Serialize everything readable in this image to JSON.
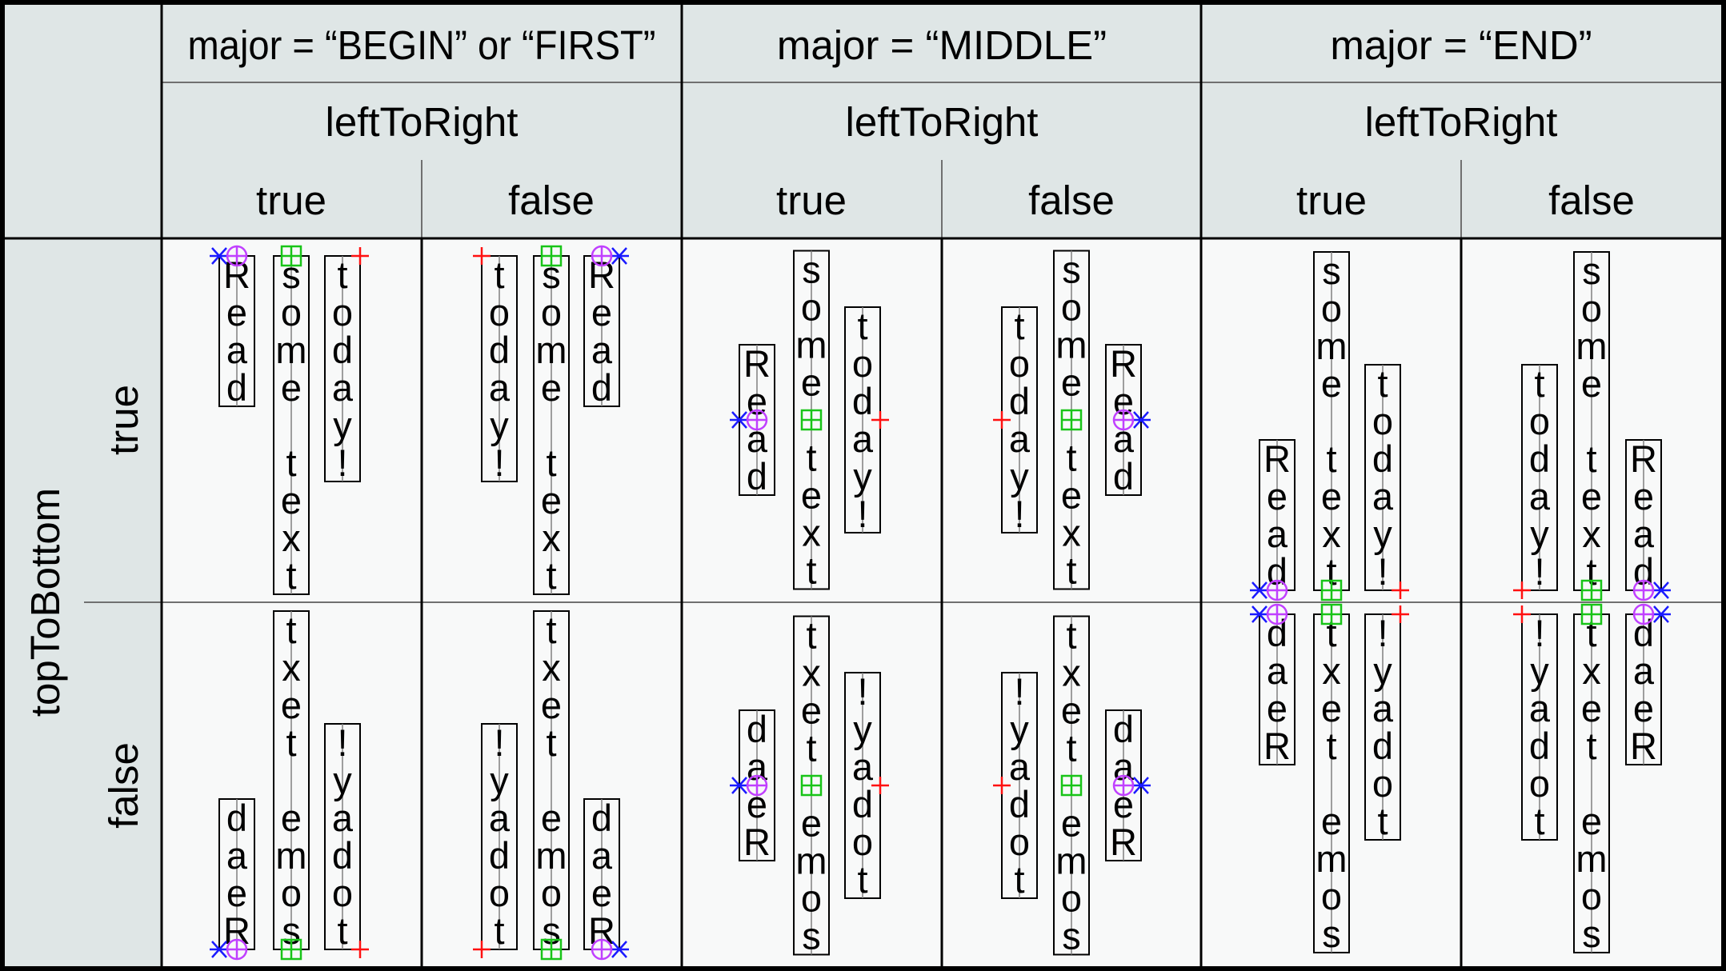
{
  "colors": {
    "header_bg": "#dfe6e6",
    "body_bg": "#f8f9f9",
    "grid": "#707070",
    "frame": "#000000",
    "box_stroke": "#000000",
    "baseline": "#808080",
    "left_marker": "#1a1aff",
    "center_marker": "#18c418",
    "right_marker": "#ff1010",
    "origin_marker": "#c040ff"
  },
  "headers": {
    "major": [
      "major = “BEGIN” or “FIRST”",
      "major = “MIDDLE”",
      "major = “END”"
    ],
    "ltr_label": "leftToRight",
    "ltr_values": [
      "true",
      "false"
    ],
    "ttb_label": "topToBottom",
    "ttb_values": [
      "true",
      "false"
    ]
  },
  "words": {
    "read": "Read",
    "some_text": "some text",
    "today": "today!"
  },
  "cells": [
    {
      "major": "begin",
      "ltr": true,
      "ttb": true
    },
    {
      "major": "begin",
      "ltr": false,
      "ttb": true
    },
    {
      "major": "middle",
      "ltr": true,
      "ttb": true
    },
    {
      "major": "middle",
      "ltr": false,
      "ttb": true
    },
    {
      "major": "end",
      "ltr": true,
      "ttb": true
    },
    {
      "major": "end",
      "ltr": false,
      "ttb": true
    },
    {
      "major": "begin",
      "ltr": true,
      "ttb": false
    },
    {
      "major": "begin",
      "ltr": false,
      "ttb": false
    },
    {
      "major": "middle",
      "ltr": true,
      "ttb": false
    },
    {
      "major": "middle",
      "ltr": false,
      "ttb": false
    },
    {
      "major": "end",
      "ltr": true,
      "ttb": false
    },
    {
      "major": "end",
      "ltr": false,
      "ttb": false
    }
  ]
}
